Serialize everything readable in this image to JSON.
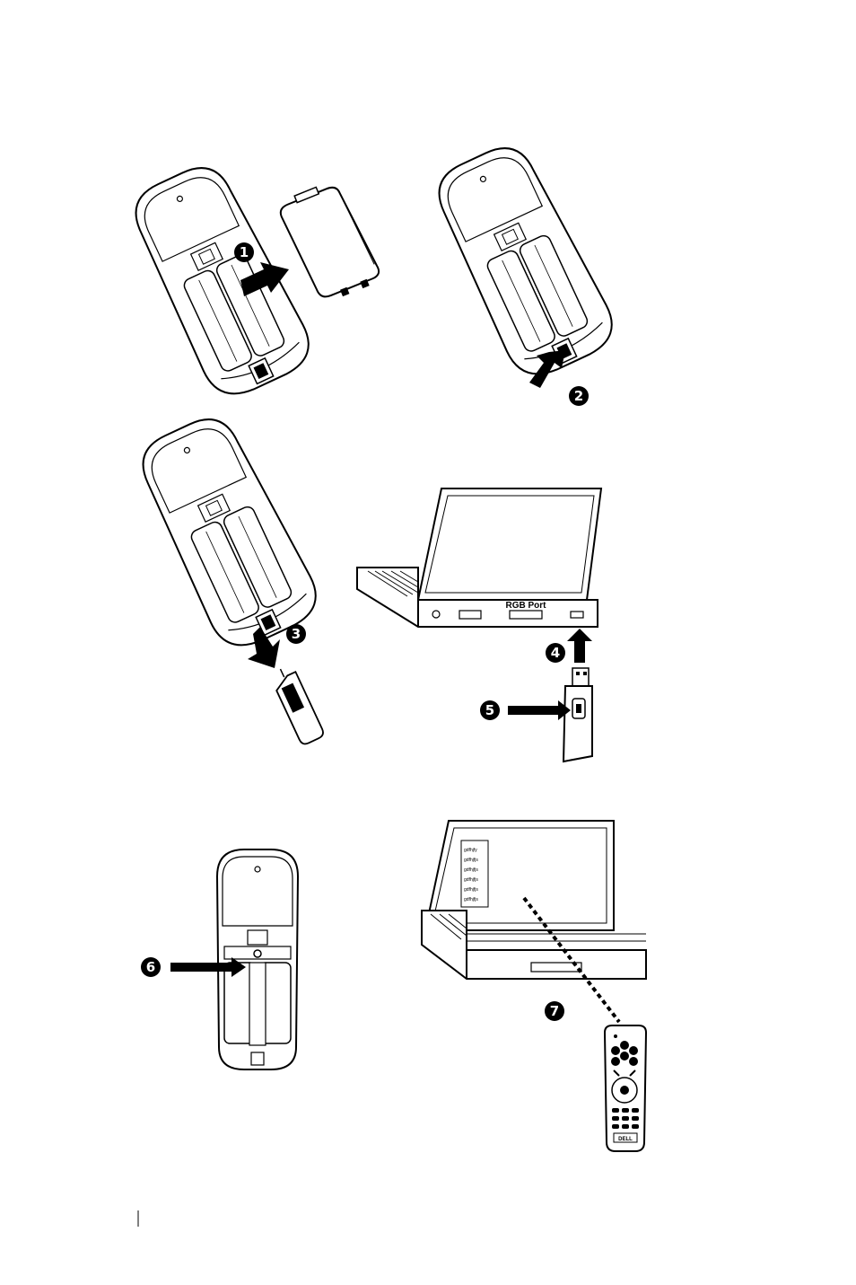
{
  "steps": [
    {
      "number": "1"
    },
    {
      "number": "2"
    },
    {
      "number": "3"
    },
    {
      "number": "4"
    },
    {
      "number": "5"
    },
    {
      "number": "6"
    },
    {
      "number": "7"
    }
  ],
  "laptop_port_label": "RGB Port",
  "screen_lines": [
    "gdfhjfy",
    "gdfhjfjs",
    "gdfhjfjs",
    "gdfhjfjs",
    "gdfhjfjs",
    "gdfhjfjs"
  ],
  "remote_brand": "DELL"
}
